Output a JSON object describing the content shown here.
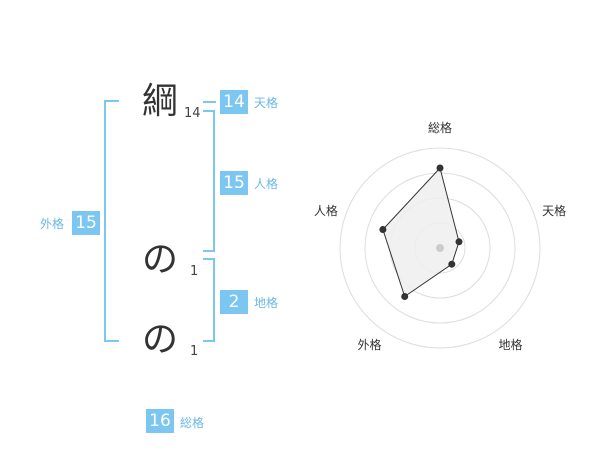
{
  "name": {
    "chars": [
      {
        "char": "綱",
        "strokes": "14"
      },
      {
        "char": "の",
        "strokes": "1"
      },
      {
        "char": "の",
        "strokes": "1"
      }
    ]
  },
  "fortune": {
    "tenkaku": {
      "label": "天格",
      "value": "14"
    },
    "jinkaku": {
      "label": "人格",
      "value": "15"
    },
    "chikaku": {
      "label": "地格",
      "value": "2"
    },
    "gaikaku": {
      "label": "外格",
      "value": "15"
    },
    "soukaku": {
      "label": "総格",
      "value": "16"
    }
  },
  "chart_data": {
    "type": "radar",
    "axes": [
      "総格",
      "天格",
      "地格",
      "外格",
      "人格"
    ],
    "values": [
      4,
      1,
      1,
      3,
      3
    ],
    "rmax": 5,
    "rings": 4,
    "colors": {
      "fill": "#eeeeee",
      "line": "#333333",
      "grid": "#dddddd",
      "point": "#333333"
    }
  }
}
